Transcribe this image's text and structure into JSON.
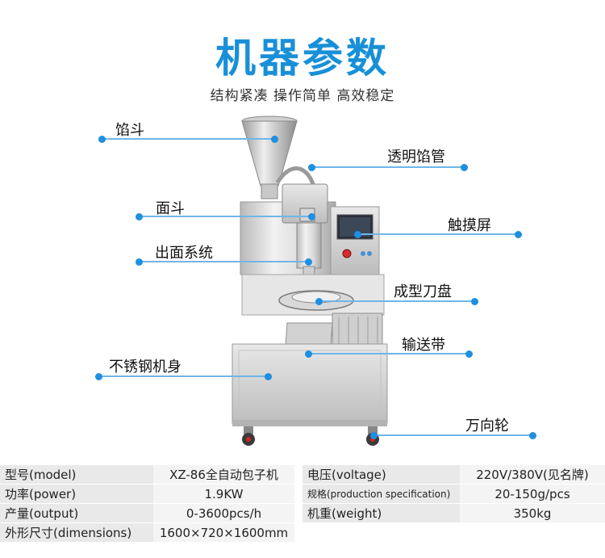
{
  "header": {
    "title": "机器参数",
    "subtitle": "结构紧凑 操作简单 高效稳定"
  },
  "callouts": {
    "filling_hopper": "馅斗",
    "transparent_filling_pipe": "透明馅管",
    "dough_hopper": "面斗",
    "touch_screen": "触摸屏",
    "dough_output_system": "出面系统",
    "forming_cutter_disc": "成型刀盘",
    "conveyor_belt": "输送带",
    "stainless_body": "不锈钢机身",
    "universal_wheel": "万向轮"
  },
  "specs": [
    {
      "k1": "型号(model)",
      "v1": "XZ-86全自动包子机",
      "k2": "电压(voltage)",
      "v2": "220V/380V(见名牌)"
    },
    {
      "k1": "功率(power)",
      "v1": "1.9KW",
      "k2": "规格(production specification)",
      "v2": "20-150g/pcs"
    },
    {
      "k1": "产量(output)",
      "v1": "0-3600pcs/h",
      "k2": "机重(weight)",
      "v2": "350kg"
    },
    {
      "k1": "外形尺寸(dimensions)",
      "v1": "1600×720×1600mm",
      "k2": "",
      "v2": ""
    }
  ],
  "colors": {
    "accent": "#1890d8",
    "leader": "#6fb6ea",
    "dot": "#1f8fe0"
  }
}
